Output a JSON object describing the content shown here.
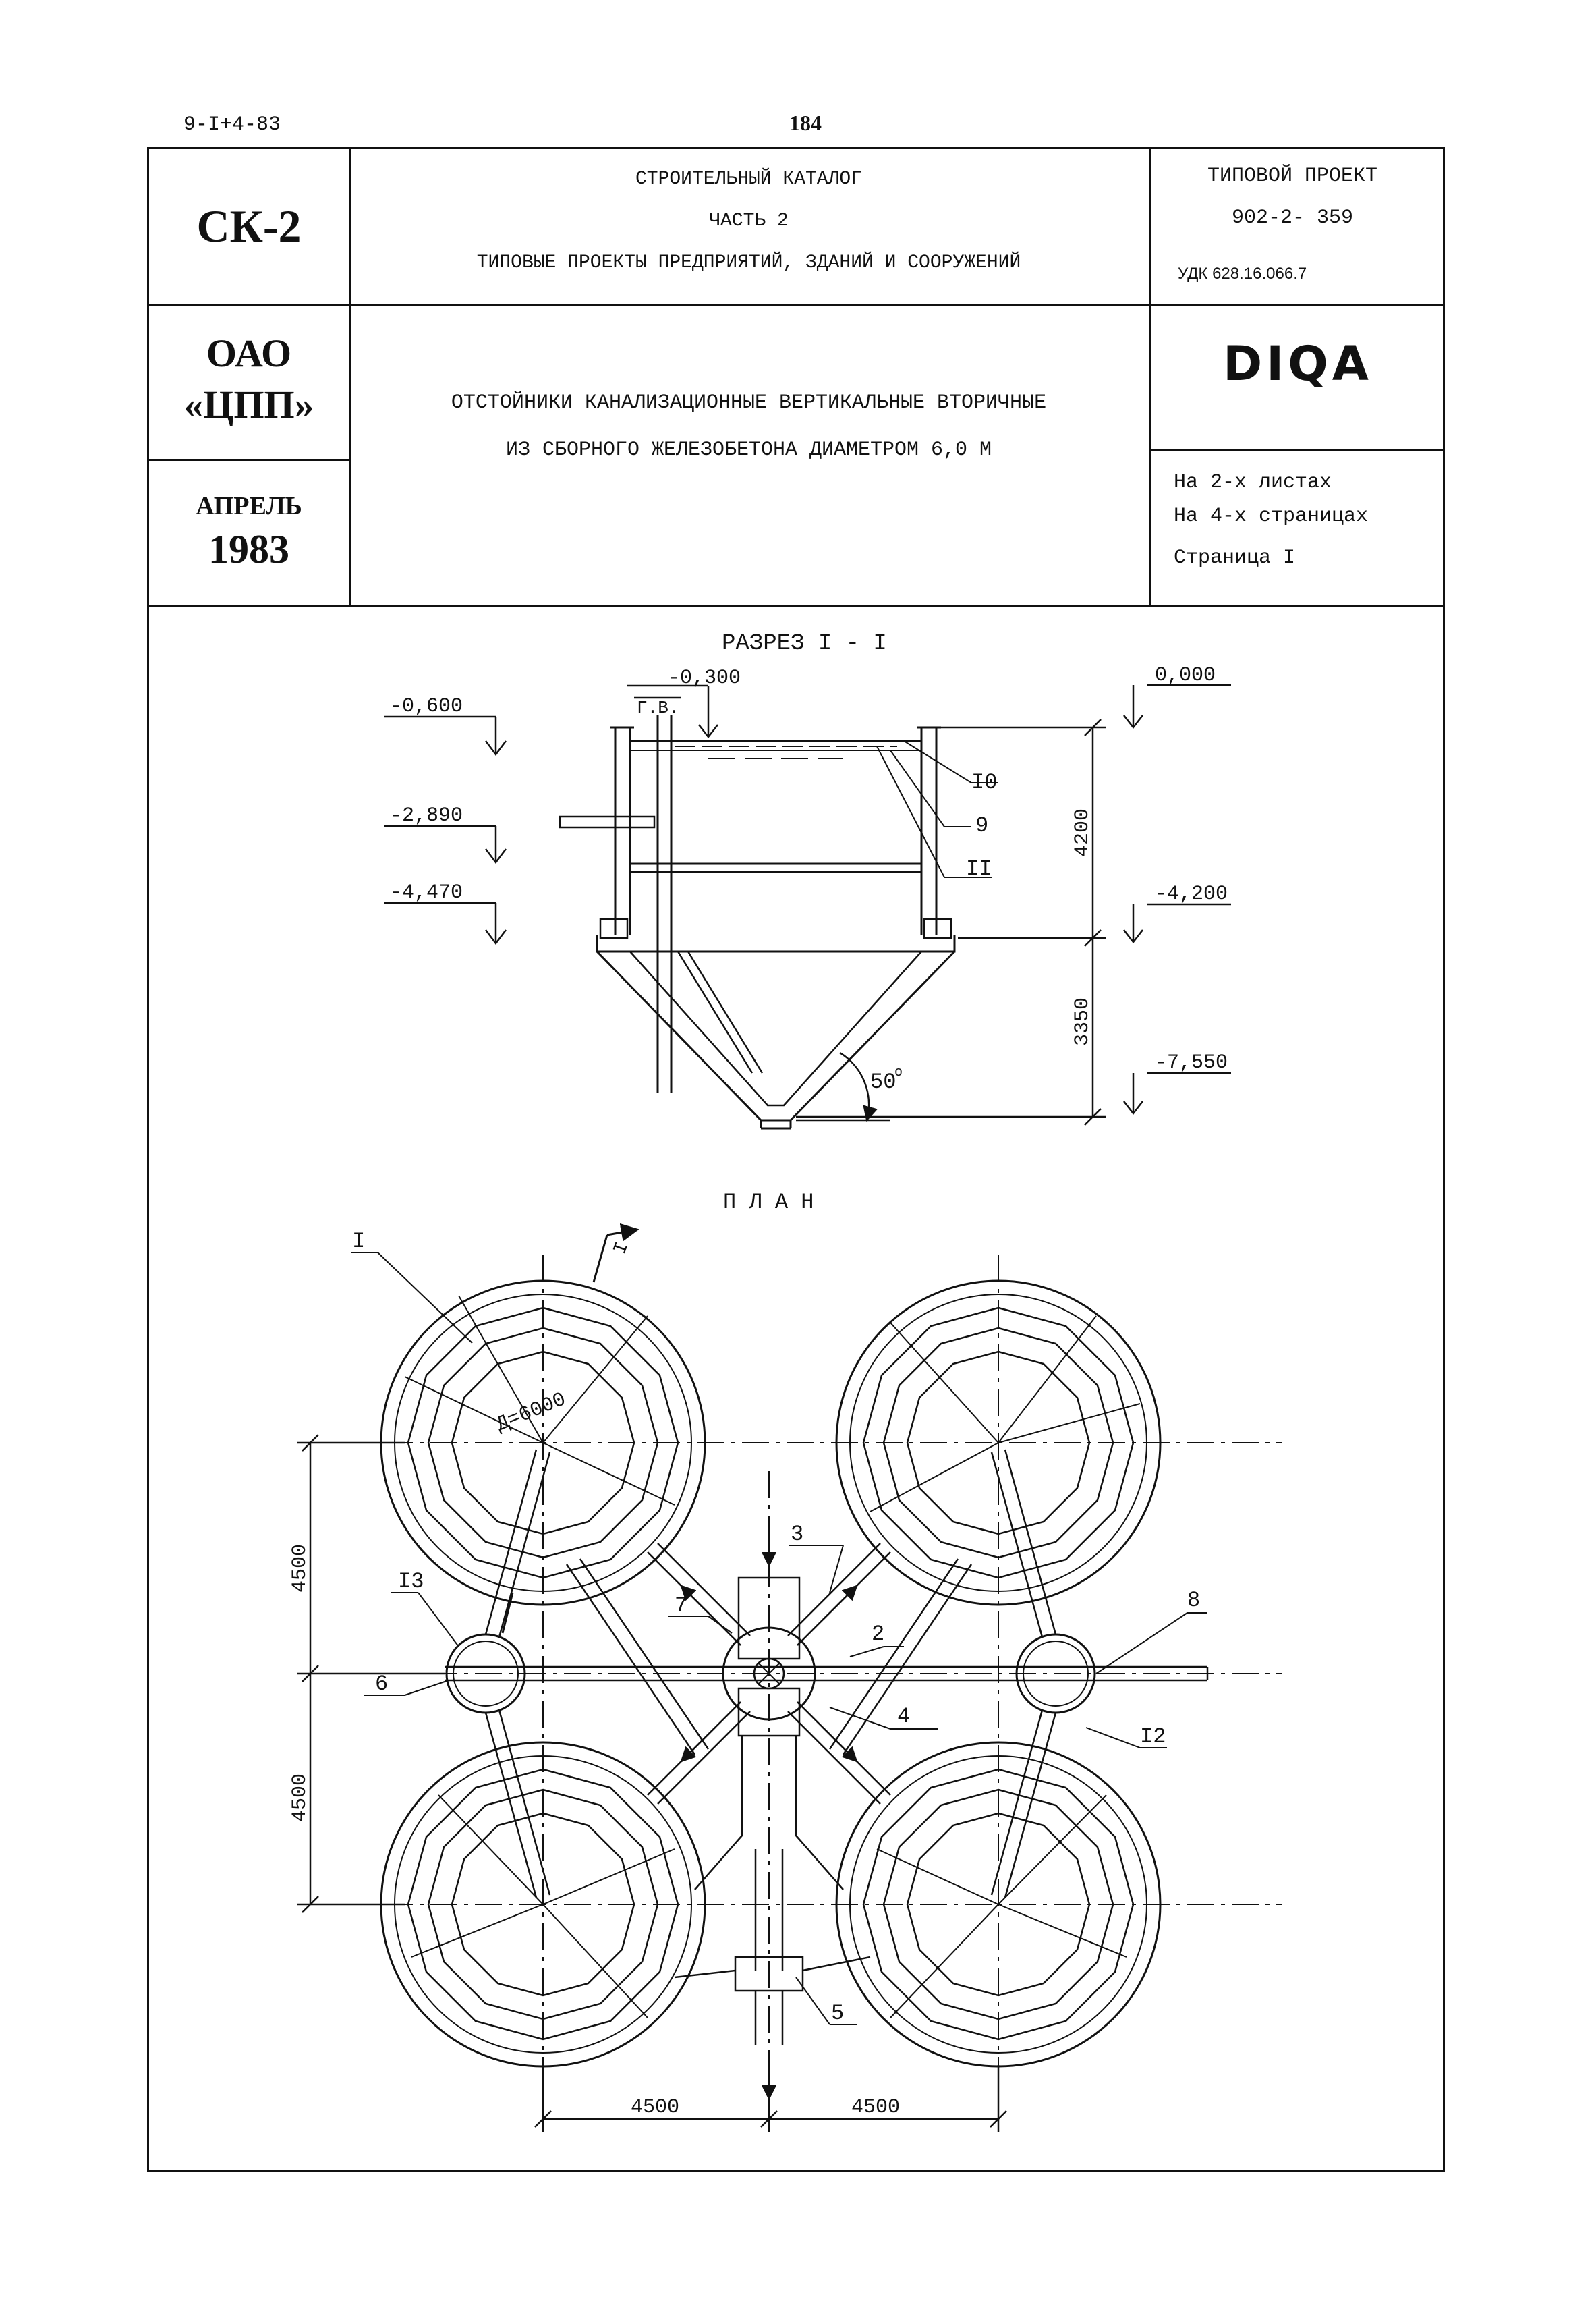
{
  "header": {
    "doc_code": "9-I+4-83",
    "page_number": "184"
  },
  "title_block": {
    "series": "СК-2",
    "catalog": {
      "line1": "СТРОИТЕЛЬНЫЙ КАТАЛОГ",
      "line2": "ЧАСТЬ 2",
      "line3": "ТИПОВЫЕ ПРОЕКТЫ ПРЕДПРИЯТИЙ, ЗДАНИЙ И СООРУЖЕНИЙ"
    },
    "project": {
      "label": "ТИПОВОЙ ПРОЕКТ",
      "number": "902-2- 359",
      "udk": "УДК 628.16.066.7"
    },
    "org": {
      "line1": "ОАО",
      "line2": "«ЦПП»"
    },
    "date": {
      "month": "АПРЕЛЬ",
      "year": "1983"
    },
    "object_title": {
      "line1": "ОТСТОЙНИКИ КАНАЛИЗАЦИОННЫЕ ВЕРТИКАЛЬНЫЕ ВТОРИЧНЫЕ",
      "line2": "ИЗ СБОРНОГО ЖЕЛЕЗОБЕТОНА ДИАМЕТРОМ 6,0 М"
    },
    "code": "DIQA",
    "sheets": {
      "line1": "На 2-х листах",
      "line2": "На 4-х страницах",
      "line3": "Страница I"
    }
  },
  "section": {
    "title": "РАЗРЕЗ I - I",
    "water_level_mark": "Г.В.",
    "elevations": {
      "e0": "0,000",
      "e1": "-0,300",
      "e2": "-0,600",
      "e3": "-2,890",
      "e4": "-4,470",
      "e5": "-4,200",
      "e6": "-7,550"
    },
    "dimensions": {
      "d1": "4200",
      "d2": "3350"
    },
    "angle": "50",
    "angle_unit": "о",
    "callouts": [
      "I0",
      "9",
      "II"
    ]
  },
  "plan": {
    "title": "П Л А Н",
    "section_mark": "I",
    "diameter_label": "Д=6000",
    "dimensions": {
      "v_top": "4500",
      "v_bottom": "4500",
      "h_left": "4500",
      "h_right": "4500"
    },
    "callouts": {
      "c1": "I",
      "c2": "2",
      "c3": "3",
      "c4": "4",
      "c5": "5",
      "c6": "6",
      "c7": "7",
      "c8": "8",
      "c12": "I2",
      "c13": "I3"
    }
  }
}
